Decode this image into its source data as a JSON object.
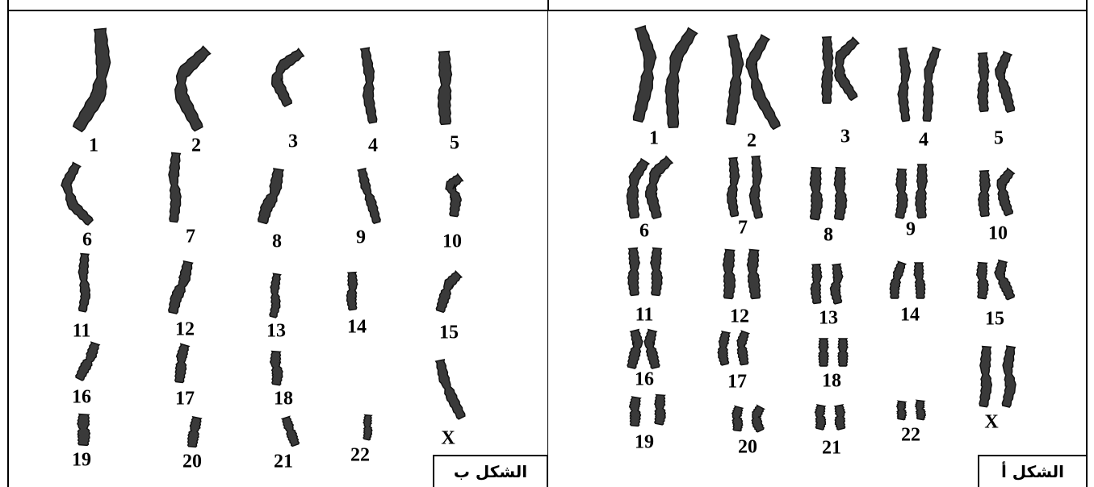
{
  "panel_b": {
    "caption": "الشكل ب",
    "labels": [
      "1",
      "2",
      "3",
      "4",
      "5",
      "6",
      "7",
      "8",
      "9",
      "10",
      "11",
      "12",
      "13",
      "14",
      "15",
      "16",
      "17",
      "18",
      "19",
      "20",
      "21",
      "22",
      "X"
    ]
  },
  "panel_a": {
    "caption": "الشكل أ",
    "labels": [
      "1",
      "2",
      "3",
      "4",
      "5",
      "6",
      "7",
      "8",
      "9",
      "10",
      "11",
      "12",
      "13",
      "14",
      "15",
      "16",
      "17",
      "18",
      "19",
      "20",
      "21",
      "22",
      "X"
    ]
  },
  "colors": {
    "chromosome_fill": "#3a3a3a",
    "border": "#000000"
  }
}
